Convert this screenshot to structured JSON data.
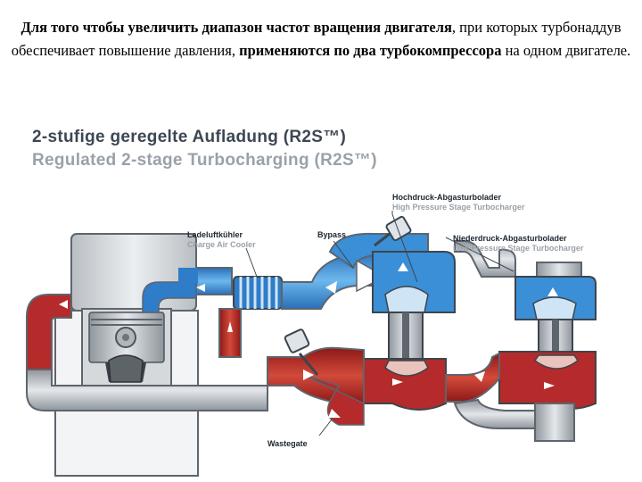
{
  "caption": {
    "part1": "Для того чтобы увеличить диапазон частот вращения двигателя",
    "part2": ", при которых турбонаддув обеспечивает повышение давления, ",
    "part3": "применяются по два турбокомпрессора",
    "part4": " на одном двигателе."
  },
  "title": {
    "de": "2-stufige geregelte Aufladung (R2S™)",
    "en": "Regulated 2-stage Turbocharging (R2S™)"
  },
  "labels": {
    "high_pressure": {
      "de": "Hochdruck-Abgasturbolader",
      "en": "High Pressure Stage Turbocharger"
    },
    "low_pressure": {
      "de": "Niederdruck-Abgasturbolader",
      "en": "Low Pressure Stage Turbocharger"
    },
    "charge_air_cooler": {
      "de": "Ladeluftkühler",
      "en": "Charge Air Cooler"
    },
    "bypass": "Bypass",
    "wastegate": "Wastegate"
  },
  "colors": {
    "intake_air": "#3a8fd6",
    "exhaust_gas": "#b52a2a",
    "metal": "#c8ccd0",
    "metal_dark": "#7f878f"
  },
  "icons": {
    "flow_arrow": "white-arrow",
    "valve": "flap-valve"
  }
}
